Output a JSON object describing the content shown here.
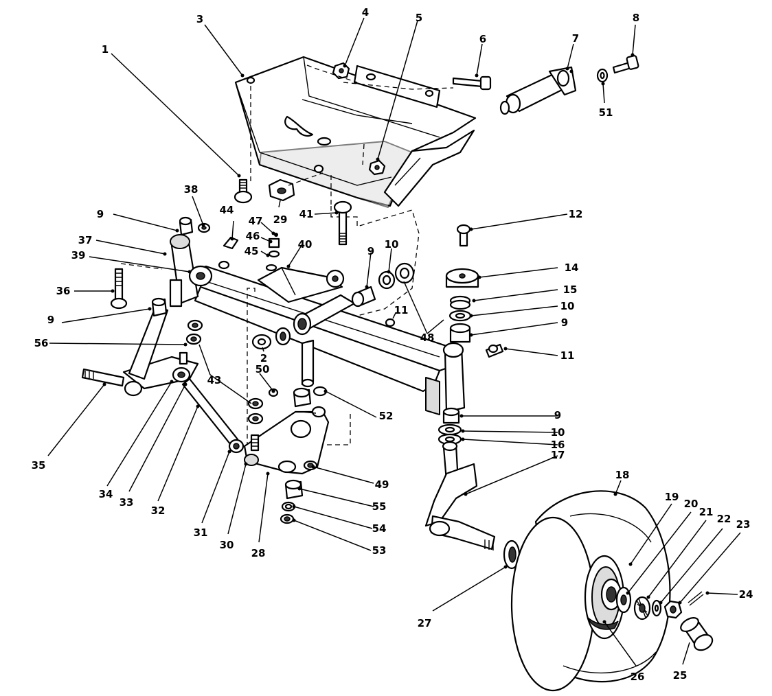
{
  "labels": [
    "1",
    "2",
    "3",
    "4",
    "5",
    "6",
    "7",
    "8",
    "9",
    "10",
    "11",
    "12",
    "14",
    "15",
    "16",
    "17",
    "18",
    "19",
    "20",
    "21",
    "22",
    "23",
    "24",
    "25",
    "26",
    "27",
    "28",
    "29",
    "30",
    "31",
    "32",
    "33",
    "34",
    "35",
    "36",
    "37",
    "38",
    "39",
    "40",
    "41",
    "43",
    "44",
    "45",
    "46",
    "47",
    "48",
    "49",
    "50",
    "51",
    "52",
    "53",
    "54",
    "55",
    "56"
  ]
}
